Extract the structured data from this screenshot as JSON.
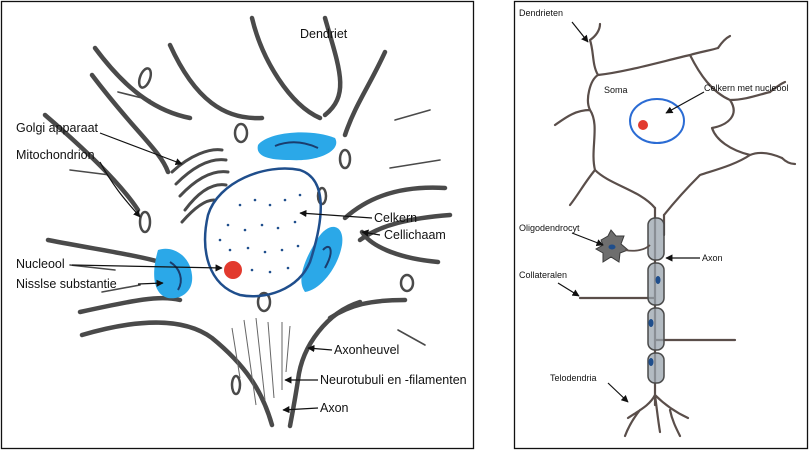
{
  "left_panel": {
    "labels": {
      "dendrite": "Dendriet",
      "golgi": "Golgi apparaat",
      "mitochondrion": "Mitochondrion",
      "nucleus": "Celkern",
      "cell_body": "Cellichaam",
      "nucleolus": "Nucleool",
      "nissl": "Nisslse substantie",
      "axon_hillock": "Axonheuvel",
      "neurotubuli": "Neurotubuli en -filamenten",
      "axon": "Axon"
    }
  },
  "right_panel": {
    "labels": {
      "dendrites": "Dendrieten",
      "soma": "Soma",
      "nucleus_nucleolus": "Celkern met nucleool",
      "oligodendrocyte": "Oligodendrocyt",
      "axon": "Axon",
      "collaterals": "Collateralen",
      "telodendria": "Telodendria"
    }
  },
  "colors": {
    "outline": "#4a4a4a",
    "nucleus": "#1f4e8c",
    "nucleolus": "#e23a2e",
    "nissl": "#2ba8e8",
    "myelin": "#9aa4ad"
  }
}
